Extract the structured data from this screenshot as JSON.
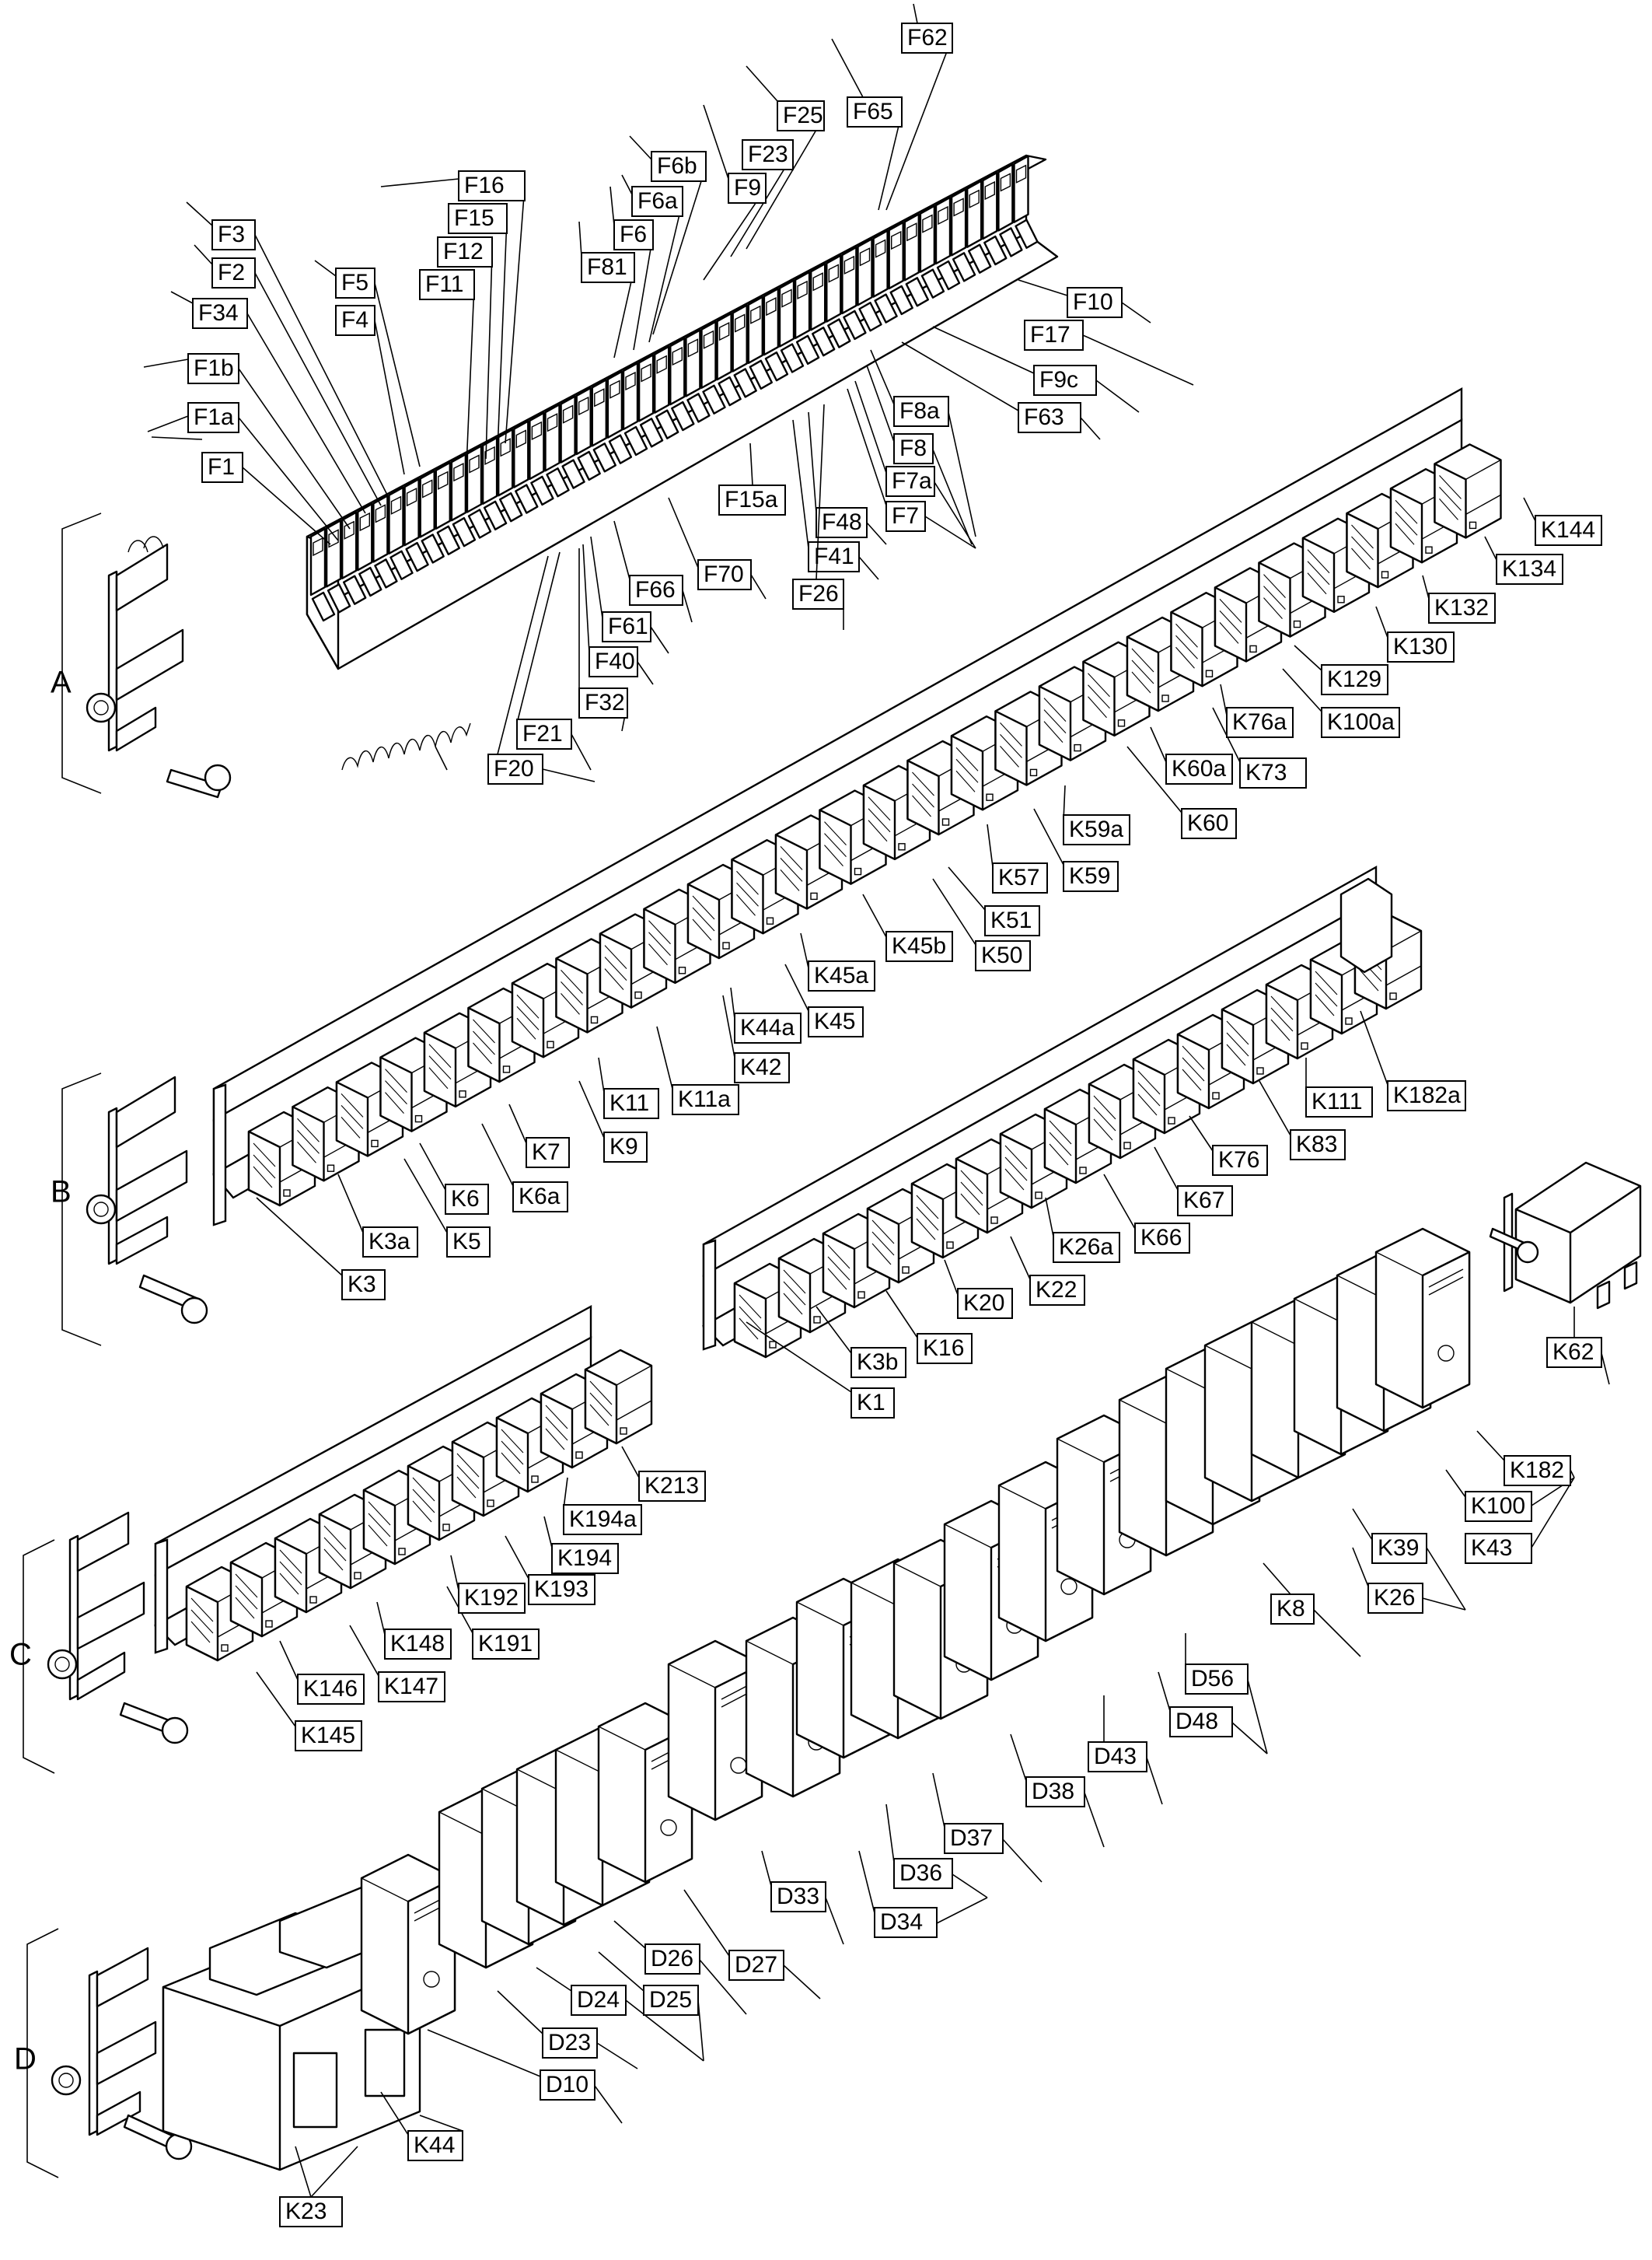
{
  "sections": [
    "A",
    "B",
    "C",
    "D"
  ],
  "fuses": [
    "F1",
    "F1a",
    "F1b",
    "F2",
    "F3",
    "F4",
    "F5",
    "F6",
    "F6a",
    "F6b",
    "F7",
    "F7a",
    "F8",
    "F8a",
    "F9",
    "F9c",
    "F10",
    "F11",
    "F12",
    "F15",
    "F15a",
    "F16",
    "F17",
    "F20",
    "F21",
    "F23",
    "F25",
    "F26",
    "F32",
    "F34",
    "F40",
    "F41",
    "F48",
    "F61",
    "F62",
    "F63",
    "F65",
    "F66",
    "F70",
    "F81"
  ],
  "relays_row_b": [
    "K3",
    "K3a",
    "K5",
    "K6",
    "K6a",
    "K7",
    "K9",
    "K11",
    "K11a",
    "K42",
    "K44a",
    "K45",
    "K45a",
    "K45b",
    "K50",
    "K51",
    "K57",
    "K59",
    "K59a",
    "K60",
    "K60a",
    "K73",
    "K76a",
    "K100a",
    "K129",
    "K130",
    "K132",
    "K134",
    "K144"
  ],
  "relays_row_b2": [
    "K1",
    "K3b",
    "K16",
    "K20",
    "K22",
    "K26a",
    "K66",
    "K67",
    "K76",
    "K83",
    "K111",
    "K182a"
  ],
  "relays_row_c": [
    "K145",
    "K146",
    "K147",
    "K148",
    "K191",
    "K192",
    "K193",
    "K194",
    "K194a",
    "K213"
  ],
  "modules_d": [
    "D10",
    "D23",
    "D24",
    "D25",
    "D26",
    "D27",
    "D33",
    "D34",
    "D36",
    "D37",
    "D38",
    "D43",
    "D48",
    "D56"
  ],
  "modules_k": [
    "K8",
    "K23",
    "K26",
    "K39",
    "K43",
    "K44",
    "K62",
    "K100",
    "K182"
  ]
}
